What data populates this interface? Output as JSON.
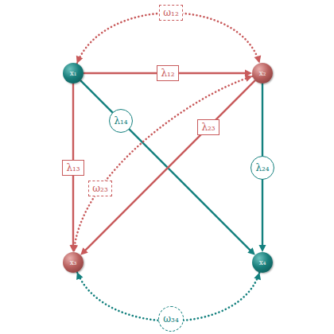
{
  "diagram": {
    "nodes": [
      {
        "text": [
          "x₁"
        ]
      },
      {
        "text": [
          "x₂"
        ]
      },
      {
        "text": [
          "x₃"
        ]
      },
      {
        "text": [
          "x₄"
        ]
      }
    ],
    "edges": [
      {
        "from": 0,
        "to": 1,
        "arrow": "to",
        "label": "λ₁₂"
      },
      {
        "from": 0,
        "to": 2,
        "arrow": "to",
        "label": "λ₁₃"
      },
      {
        "from": 0,
        "to": 3,
        "arrow": "to",
        "label": "λ₁₄"
      },
      {
        "from": 1,
        "to": 2,
        "arrow": "to",
        "label": "λ₂₃"
      },
      {
        "from": 1,
        "to": 3,
        "arrow": "to",
        "label": "λ₂₄"
      },
      {
        "from": 0,
        "to": 1,
        "arrow": "both",
        "label": "ω₁₂"
      },
      {
        "from": 1,
        "to": 2,
        "arrow": "both",
        "label": "ω₂₃"
      },
      {
        "from": 2,
        "to": 3,
        "arrow": "both",
        "label": "ω₃₄"
      }
    ]
  }
}
